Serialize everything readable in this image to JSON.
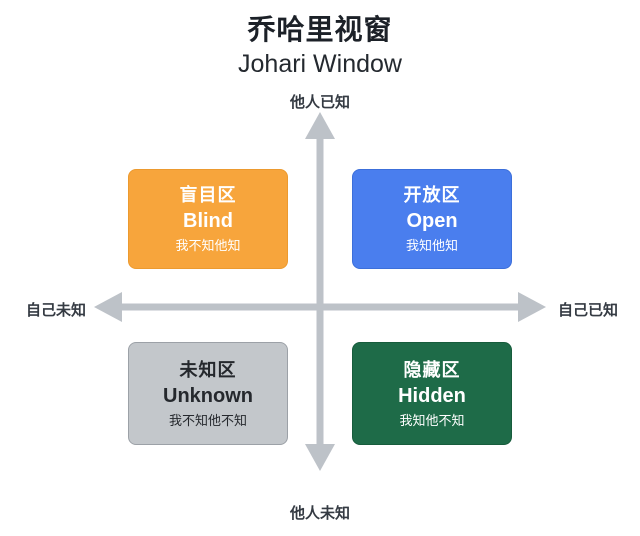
{
  "header": {
    "title_zh": "乔哈里视窗",
    "title_en": "Johari Window"
  },
  "axes": {
    "top_label": "他人已知",
    "bottom_label": "他人未知",
    "left_label": "自己未知",
    "right_label": "自己已知",
    "arrow_color": "#BDC2C8"
  },
  "quadrants": [
    {
      "id": "blind",
      "zh": "盲目区",
      "en": "Blind",
      "sub": "我不知他知",
      "bg": "#F7A53C",
      "border": "#EC9A2F",
      "text": "#FFFFFF"
    },
    {
      "id": "open",
      "zh": "开放区",
      "en": "Open",
      "sub": "我知他知",
      "bg": "#4A7EEE",
      "border": "#3C6FDA",
      "text": "#FFFFFF"
    },
    {
      "id": "unknown",
      "zh": "未知区",
      "en": "Unknown",
      "sub": "我不知他不知",
      "bg": "#C3C7CB",
      "border": "#9CA1A7",
      "text": "#25282D"
    },
    {
      "id": "hidden",
      "zh": "隐藏区",
      "en": "Hidden",
      "sub": "我知他不知",
      "bg": "#1E6B48",
      "border": "#175C3C",
      "text": "#FFFFFF"
    }
  ]
}
